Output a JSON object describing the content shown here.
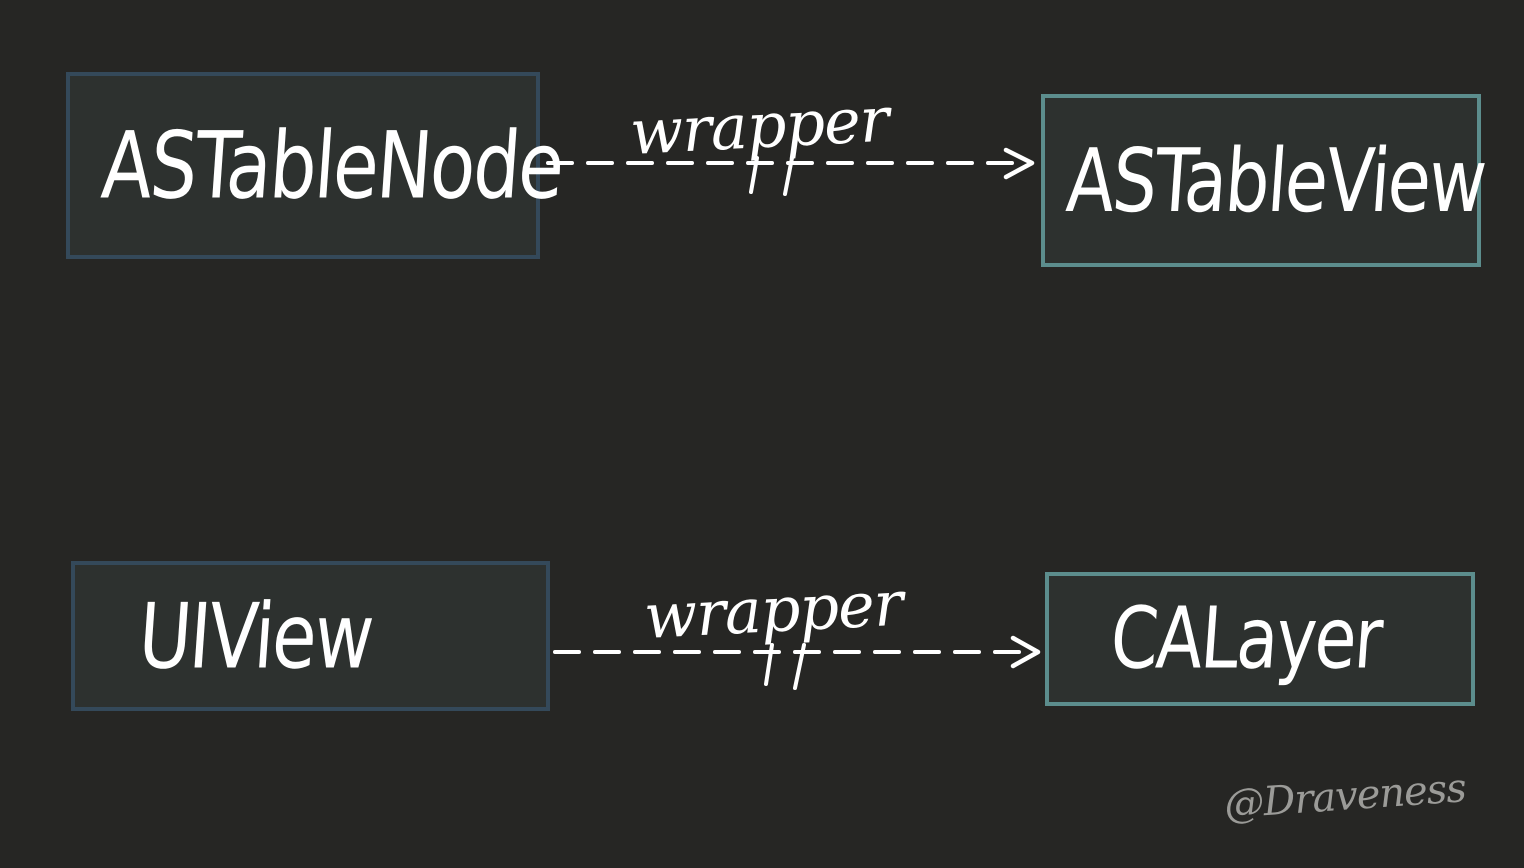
{
  "diagram": {
    "nodes": [
      {
        "id": "n1",
        "label": "ASTableNode"
      },
      {
        "id": "n2",
        "label": "ASTableView"
      },
      {
        "id": "n3",
        "label": "UIView"
      },
      {
        "id": "n4",
        "label": "CALayer"
      }
    ],
    "edges": [
      {
        "id": "e1",
        "from": "ASTableNode",
        "to": "ASTableView",
        "label": "wrapper",
        "style": "dashed"
      },
      {
        "id": "e2",
        "from": "UIView",
        "to": "CALayer",
        "label": "wrapper",
        "style": "dashed"
      }
    ],
    "signature": "@Draveness"
  },
  "colors": {
    "background": "#262624",
    "node_fill": "#2d312f",
    "left_border": "#34495a",
    "right_border": "#5c8d8d",
    "ink": "#ffffff",
    "signature": "#9b9b98"
  }
}
